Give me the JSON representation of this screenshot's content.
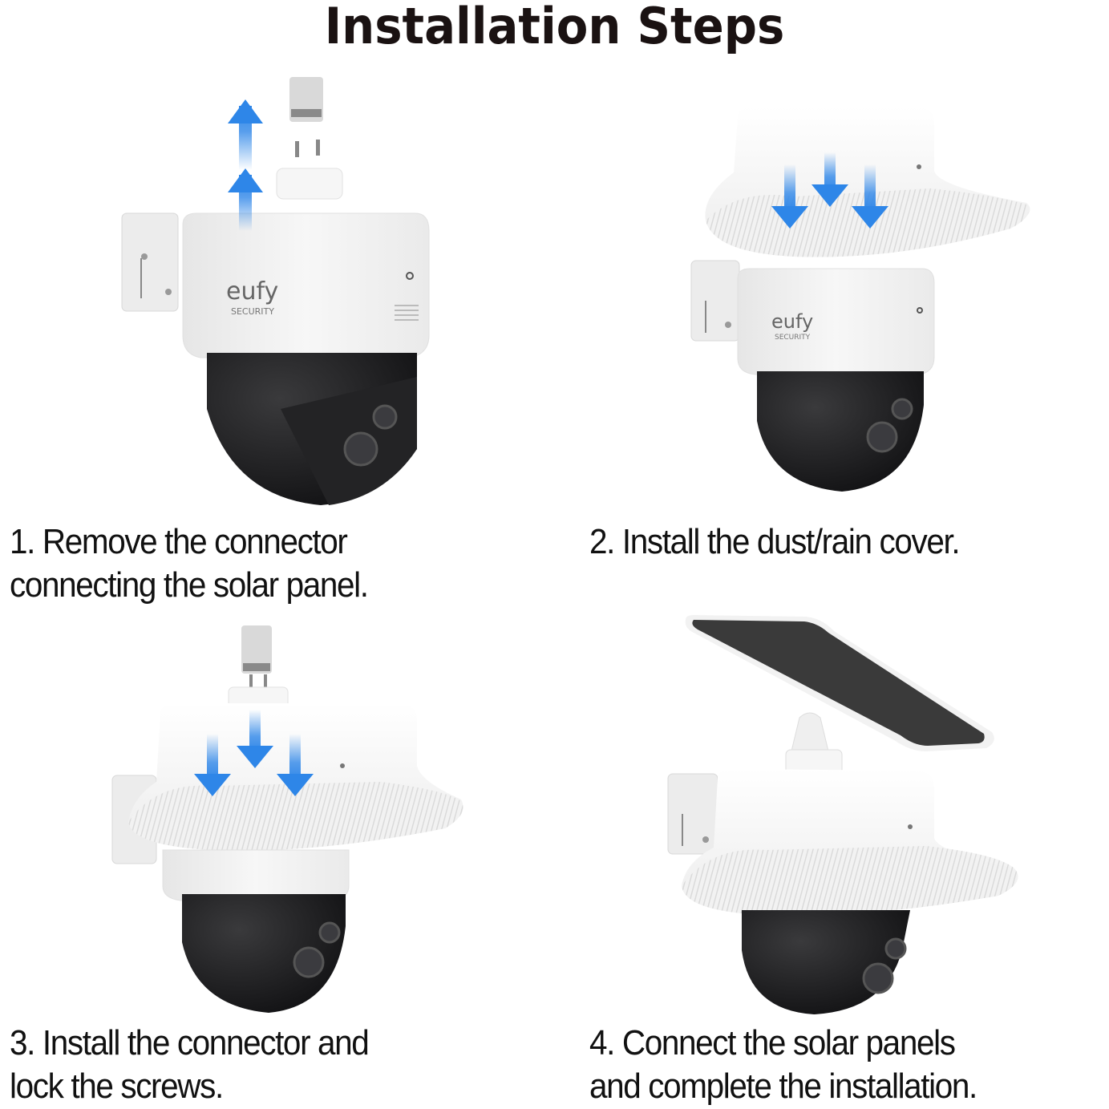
{
  "title": "Installation Steps",
  "brand": {
    "logo_text": "eufy",
    "logo_subtext": "SECURITY"
  },
  "colors": {
    "arrow_blue": "#2e86e8",
    "camera_body": "#f4f4f4",
    "camera_dome": "#1c1c1e",
    "solar_panel": "#3a3a3a",
    "text": "#111111"
  },
  "steps": [
    {
      "number": "1.",
      "lines": [
        "1. Remove the connector",
        "connecting the solar panel."
      ],
      "arrow_direction": "up",
      "arrow_count": 2
    },
    {
      "number": "2.",
      "lines": [
        "2. Install the dust/rain cover."
      ],
      "arrow_direction": "down",
      "arrow_count": 3
    },
    {
      "number": "3.",
      "lines": [
        "3. Install the connector and",
        "lock the screws."
      ],
      "arrow_direction": "down",
      "arrow_count": 3
    },
    {
      "number": "4.",
      "lines": [
        "4. Connect the solar panels",
        "and complete the installation."
      ],
      "arrow_direction": "none",
      "arrow_count": 0
    }
  ]
}
